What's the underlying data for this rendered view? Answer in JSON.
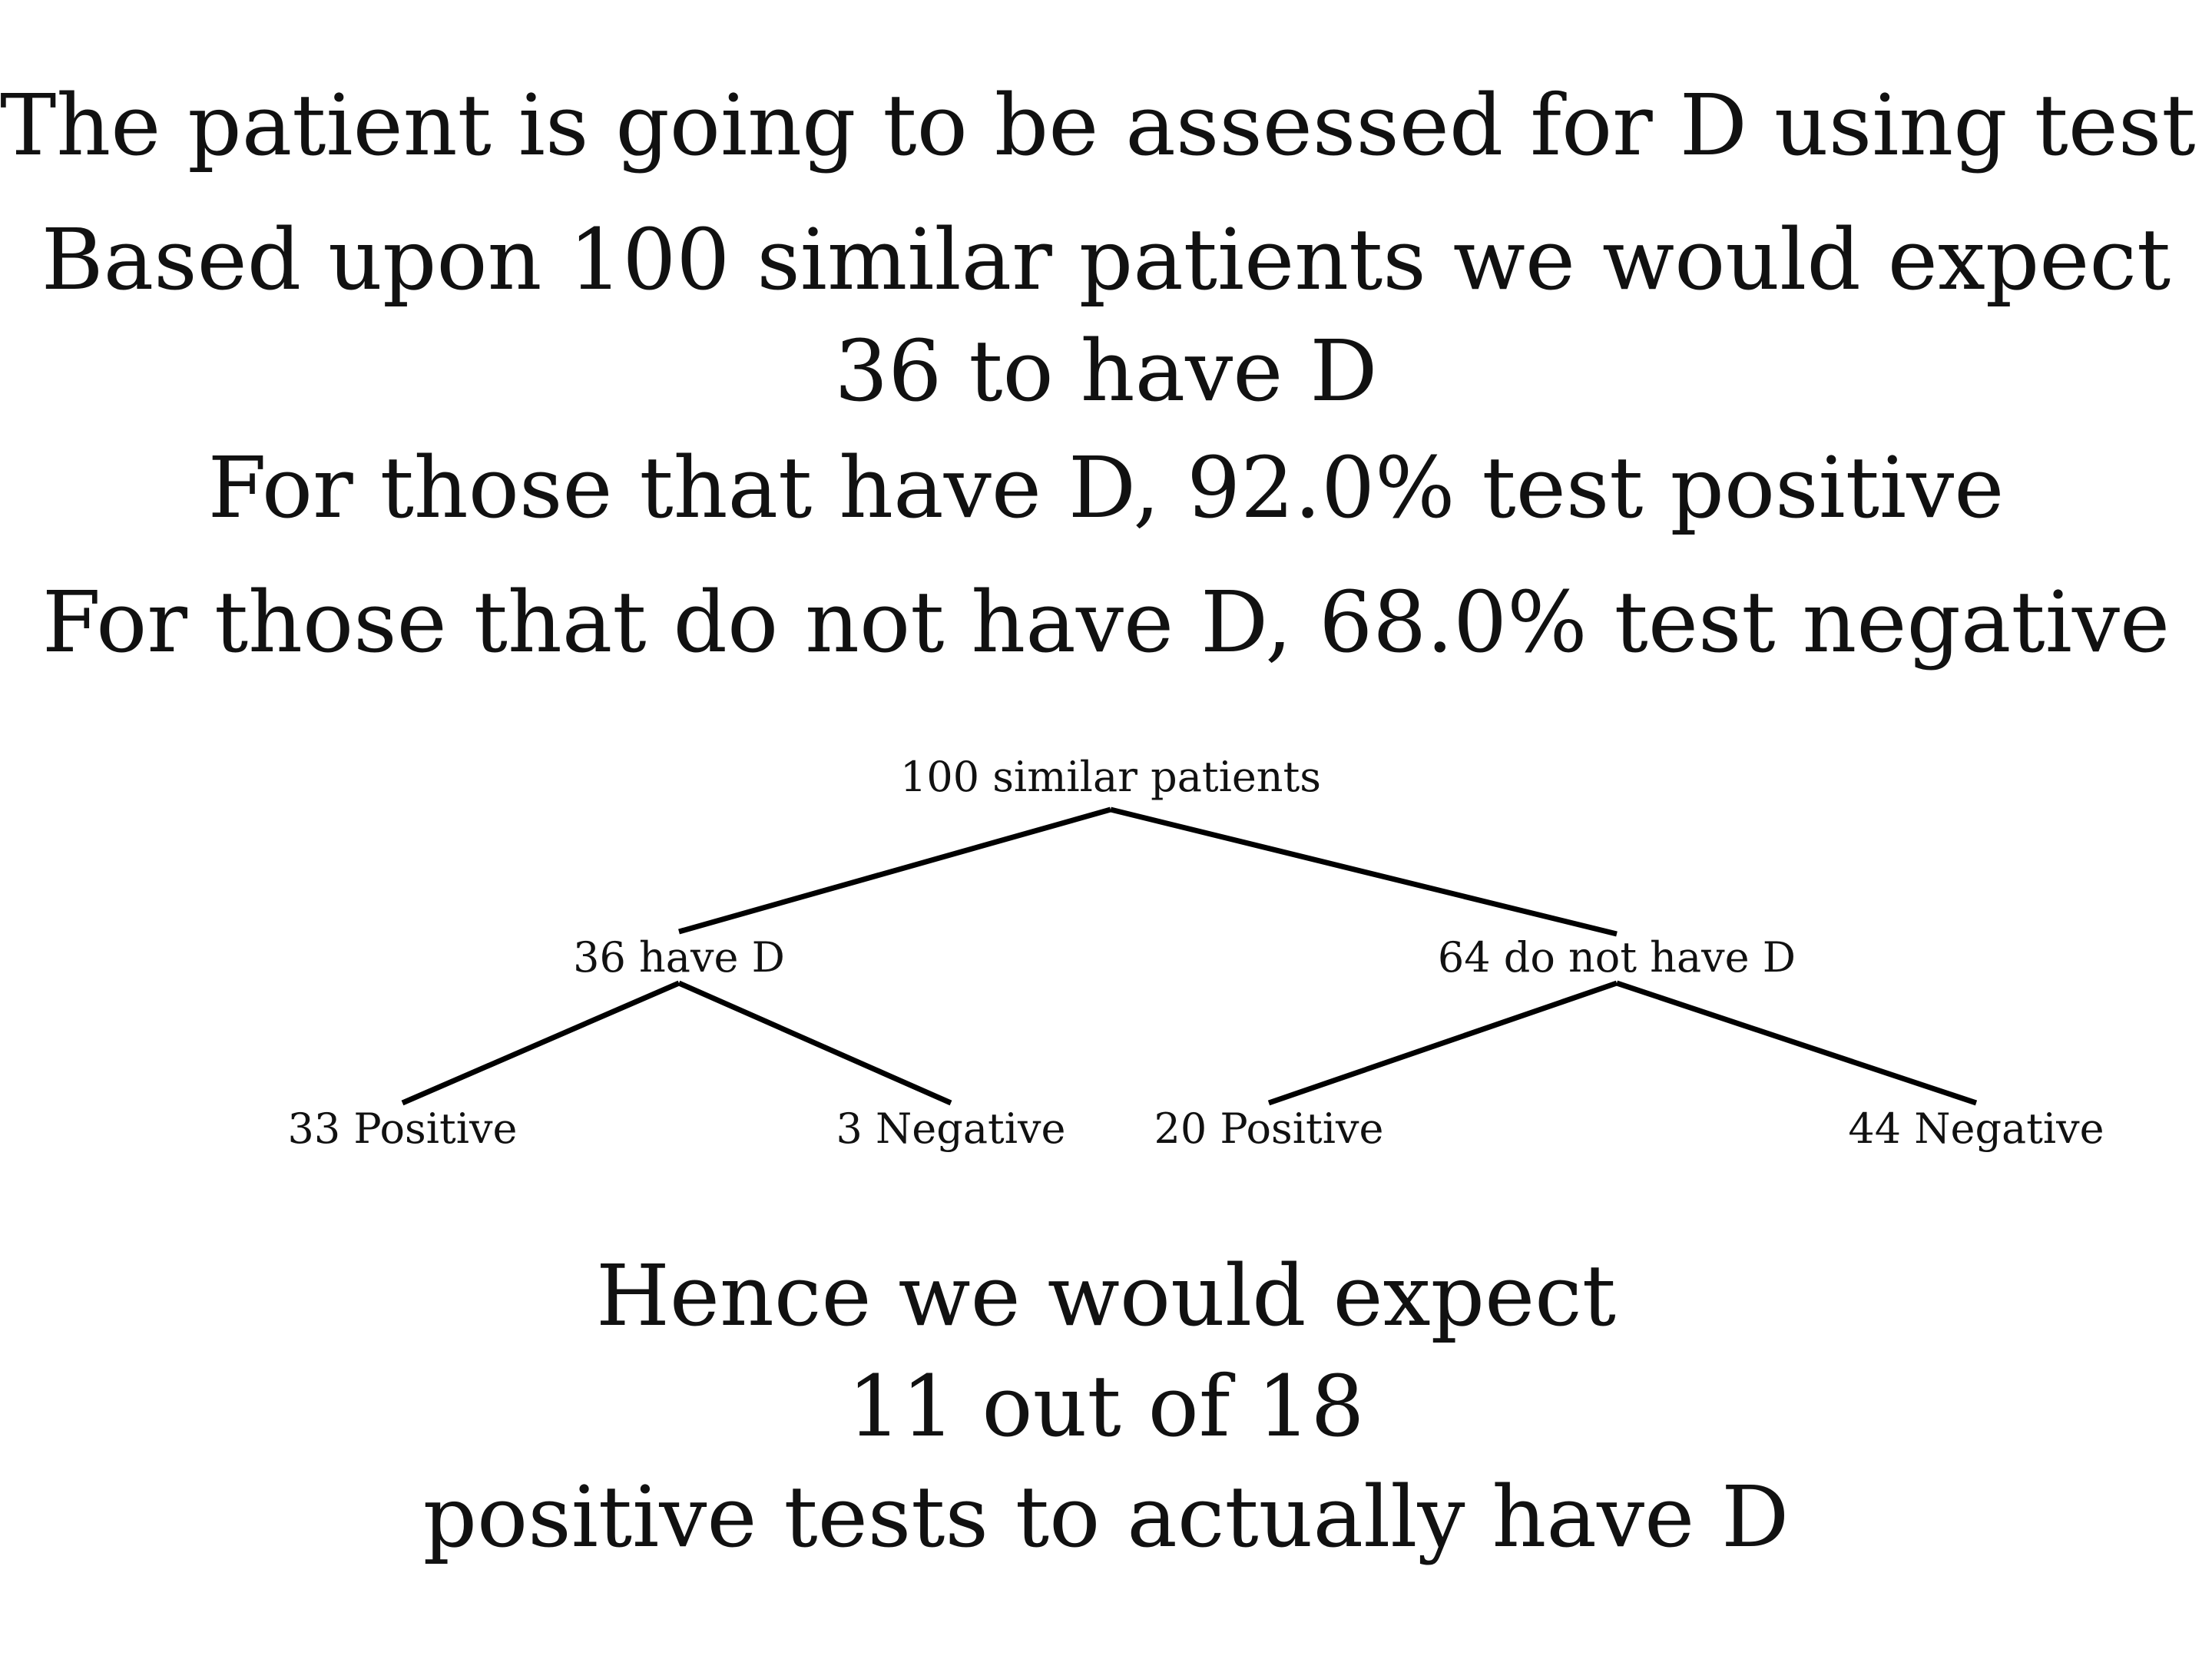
{
  "intro": {
    "line1": "The patient is going to be assessed for D using test T",
    "line2": "Based upon 100 similar patients we would expect",
    "line3": "36 to have D",
    "line4": "For those that have D, 92.0% test positive",
    "line5": "For those that do not have D, 68.0% test negative"
  },
  "tree": {
    "root": "100 similar patients",
    "left": "36 have D",
    "right": "64 do not have D",
    "left_left": "33 Positive",
    "left_right": "3 Negative",
    "right_left": "20 Positive",
    "right_right": "44 Negative"
  },
  "conclusion": {
    "line1": "Hence we would expect",
    "line2": "11 out of 18",
    "line3": "positive tests to actually have D"
  }
}
